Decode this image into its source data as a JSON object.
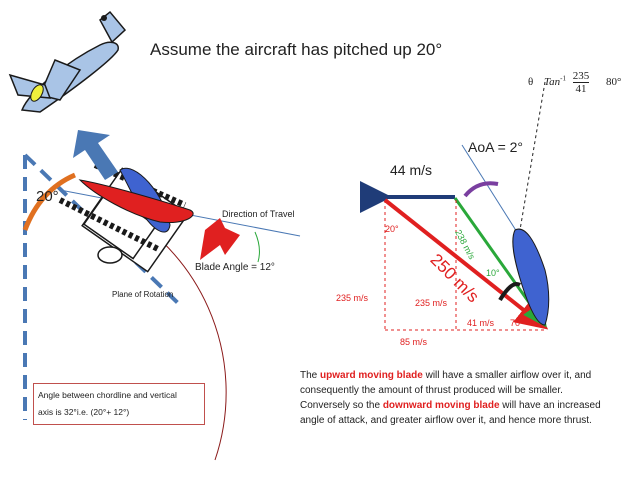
{
  "title": "Assume the aircraft has pitched up 20°",
  "formula": {
    "theta": "θ",
    "func": "Tan",
    "power": "-1",
    "numerator": "235",
    "denominator": "41",
    "result": "80°"
  },
  "labels": {
    "aoa": "AoA = 2°",
    "speed_44": "44 m/s",
    "angle_20": "20°",
    "direction_of_travel": "Direction of Travel",
    "blade_angle": "Blade Angle = 12°",
    "plane_of_rotation": "Plane of Rotation",
    "angle_20_small": "20°",
    "speed_250": "250 m/s",
    "speed_238": "238 m/s",
    "angle_10": "10°",
    "speed_235_left": "235 m/s",
    "speed_235_mid": "235 m/s",
    "speed_41": "41 m/s",
    "angle_70": "70°",
    "speed_85": "85 m/s"
  },
  "note": {
    "line1": "Angle between chordline and vertical",
    "line2": "axis is 32°i.e. (20°+ 12°)"
  },
  "explanation": {
    "p1_pre": "The ",
    "p1_highlight": "upward moving blade",
    "p1_post": " will have a smaller airflow over it, and consequently the amount of thrust produced will be smaller.",
    "p2_pre": "Conversely so the ",
    "p2_highlight": "downward moving blade",
    "p2_post": " will have an increased angle of attack, and greater airflow over it, and hence more thrust."
  },
  "colors": {
    "red": "#e02020",
    "green": "#2aa83a",
    "navy": "#1f3c78",
    "blue_dash": "#4a78b4",
    "orange": "#e07020",
    "purple": "#7a3fa0",
    "brown": "#8b1a1a",
    "plane_blue": "#a9c4e6",
    "wing_yellow": "#f0f03c",
    "blade_blue": "#3f63d0"
  },
  "icons": [
    "airplane-icon",
    "propeller-blade-icon",
    "red-arrow-icon",
    "blue-arrow-icon"
  ]
}
